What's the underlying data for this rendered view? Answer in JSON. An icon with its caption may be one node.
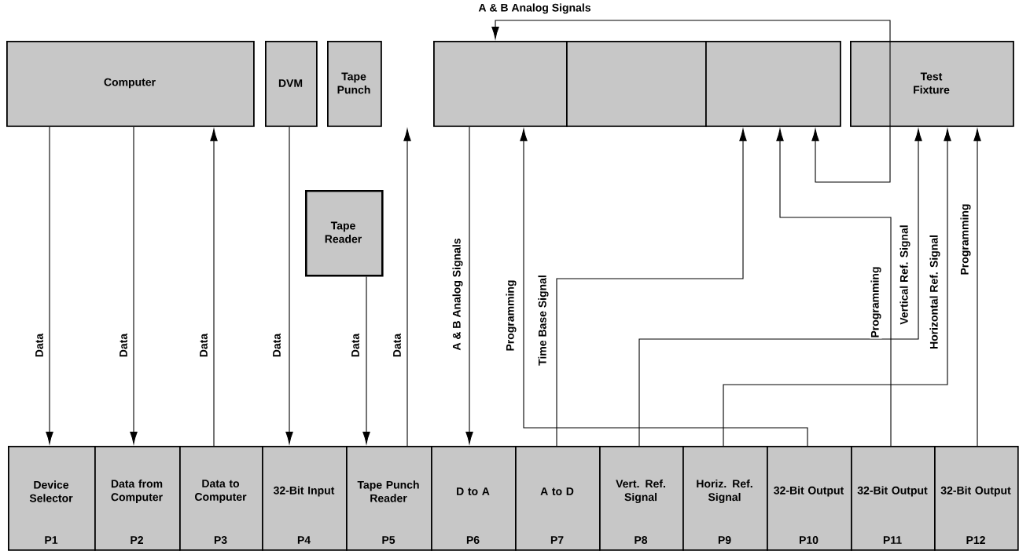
{
  "diagram": {
    "nodes": [
      {
        "text": [
          "Computer"
        ]
      },
      {
        "text": [
          "DVM"
        ]
      },
      {
        "text": [
          "Tape Punch"
        ]
      },
      {
        "text": [],
        "shape": "box"
      },
      {
        "text": [],
        "shape": "box"
      },
      {
        "text": [],
        "shape": "box"
      },
      {
        "text": [
          "Test Fixture"
        ]
      },
      {
        "text": [
          "Tape Reader"
        ]
      },
      {
        "text": [
          "Device Selector",
          "P1"
        ]
      },
      {
        "text": [
          "Data from Computer",
          "P2"
        ]
      },
      {
        "text": [
          "Data to Computer",
          "P3"
        ]
      },
      {
        "text": [
          "32-Bit Input",
          "P4"
        ]
      },
      {
        "text": [
          "Tape Punch Reader",
          "P5"
        ]
      },
      {
        "text": [
          "D to A",
          "P6"
        ]
      },
      {
        "text": [
          "A to D",
          "P7"
        ]
      },
      {
        "text": [
          "Vert. Ref. Signal",
          "P8"
        ]
      },
      {
        "text": [
          "Horiz. Ref. Signal",
          "P9"
        ]
      },
      {
        "text": [
          "32-Bit Output",
          "P10"
        ]
      },
      {
        "text": [
          "32-Bit Output",
          "P11"
        ]
      },
      {
        "text": [
          "32-Bit Output",
          "P12"
        ]
      }
    ],
    "edges": [
      {
        "from": 0,
        "to": 8,
        "arrow": "to",
        "label": "Data"
      },
      {
        "from": 0,
        "to": 9,
        "arrow": "to",
        "label": "Data"
      },
      {
        "from": 10,
        "to": 0,
        "arrow": "to",
        "label": "Data"
      },
      {
        "from": 1,
        "to": 11,
        "arrow": "to",
        "label": "Data"
      },
      {
        "from": 7,
        "to": 12,
        "arrow": "to",
        "label": "Data"
      },
      {
        "from": 12,
        "to": 2,
        "arrow": "to",
        "label": "Data"
      },
      {
        "from": 3,
        "to": 13,
        "arrow": "to",
        "label": "A & B Analog Signals"
      },
      {
        "from": 17,
        "to": 3,
        "arrow": "to",
        "label": "Programming"
      },
      {
        "from": 14,
        "to": 5,
        "arrow": "to",
        "label": "Time Base Signal"
      },
      {
        "from": 6,
        "to": 5,
        "arrow": "to"
      },
      {
        "from": 18,
        "to": 5,
        "arrow": "to",
        "label": "Programming"
      },
      {
        "from": 15,
        "to": 6,
        "arrow": "to",
        "label": "Vertical Ref. Signal"
      },
      {
        "from": 16,
        "to": 6,
        "arrow": "to",
        "label": "Horizontal Ref. Signal"
      },
      {
        "from": 19,
        "to": 6,
        "arrow": "to",
        "label": "Programming"
      },
      {
        "from": 6,
        "to": 3,
        "arrow": "to",
        "label": "A & B Analog Signals"
      }
    ]
  }
}
